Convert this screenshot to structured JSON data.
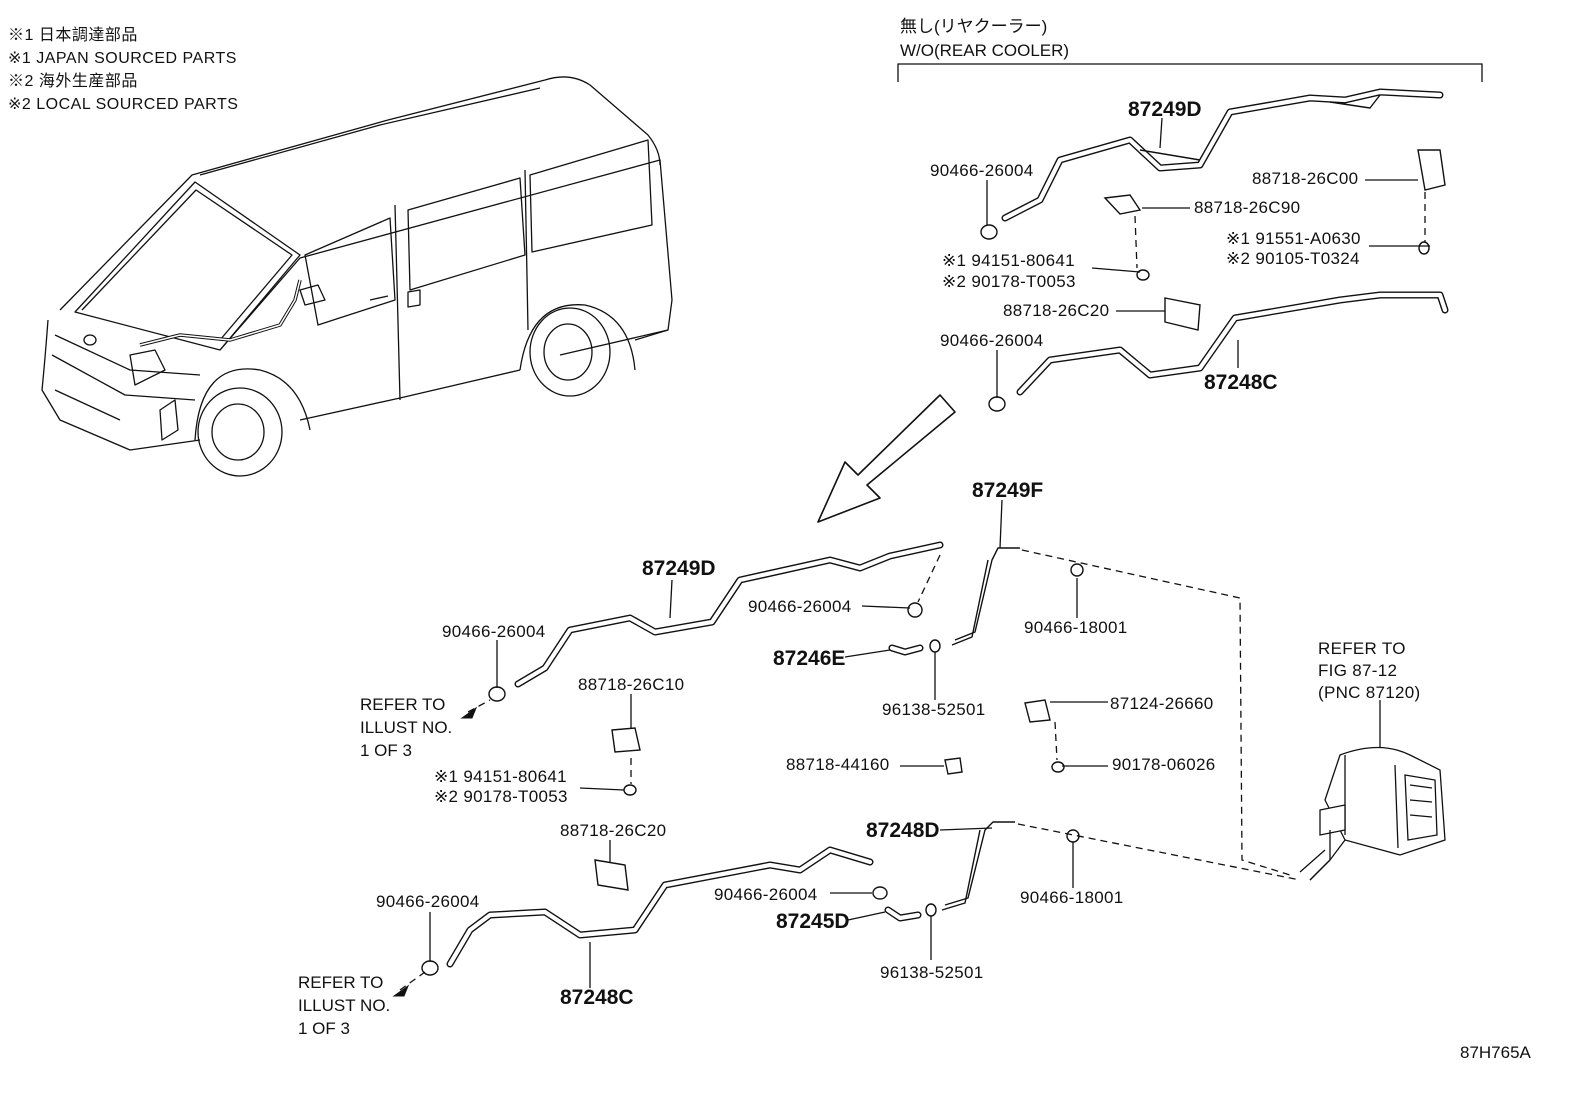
{
  "notes": [
    "※1 日本調達部品",
    "※1 JAPAN SOURCED PARTS",
    "※2 海外生産部品",
    "※2 LOCAL SOURCED PARTS"
  ],
  "variant": {
    "jp": "無し(リヤクーラー)",
    "en": "W/O(REAR COOLER)"
  },
  "top_group": {
    "pipe_upper": "87249D",
    "clamp_upper": "90466-26004",
    "bracket_a": "88718-26C00",
    "bracket_b": "88718-26C90",
    "bolt_1": "※1 91551-A0630",
    "bolt_2": "※2 90105-T0324",
    "nut_1": "※1 94151-80641",
    "nut_2": "※2 90178-T0053",
    "bracket_c": "88718-26C20",
    "clamp_lower": "90466-26004",
    "pipe_lower": "87248C"
  },
  "main_group": {
    "pipe_249f": "87249F",
    "pipe_249d": "87249D",
    "clamp_a": "90466-26004",
    "clamp_b": "90466-26004",
    "hose_246e": "87246E",
    "clamp_18001_a": "90466-18001",
    "oring_a": "96138-52501",
    "bracket_26c10": "88718-26C10",
    "nut_1": "※1 94151-80641",
    "nut_2": "※2 90178-T0053",
    "bracket_26660": "87124-26660",
    "nut_06026": "90178-06026",
    "clip_44160": "88718-44160",
    "pipe_248d": "87248D",
    "bracket_26c20": "88718-26C20",
    "clamp_c": "90466-26004",
    "clamp_d": "90466-26004",
    "hose_245d": "87245D",
    "clamp_18001_b": "90466-18001",
    "oring_b": "96138-52501",
    "pipe_248c": "87248C"
  },
  "refer_upper": [
    "REFER TO",
    "ILLUST NO.",
    "1 OF 3"
  ],
  "refer_lower": [
    "REFER TO",
    "ILLUST NO.",
    "1 OF 3"
  ],
  "refer_fig": [
    "REFER  TO",
    "FIG 87-12",
    "(PNC 87120)"
  ],
  "figure_id": "87H765A"
}
